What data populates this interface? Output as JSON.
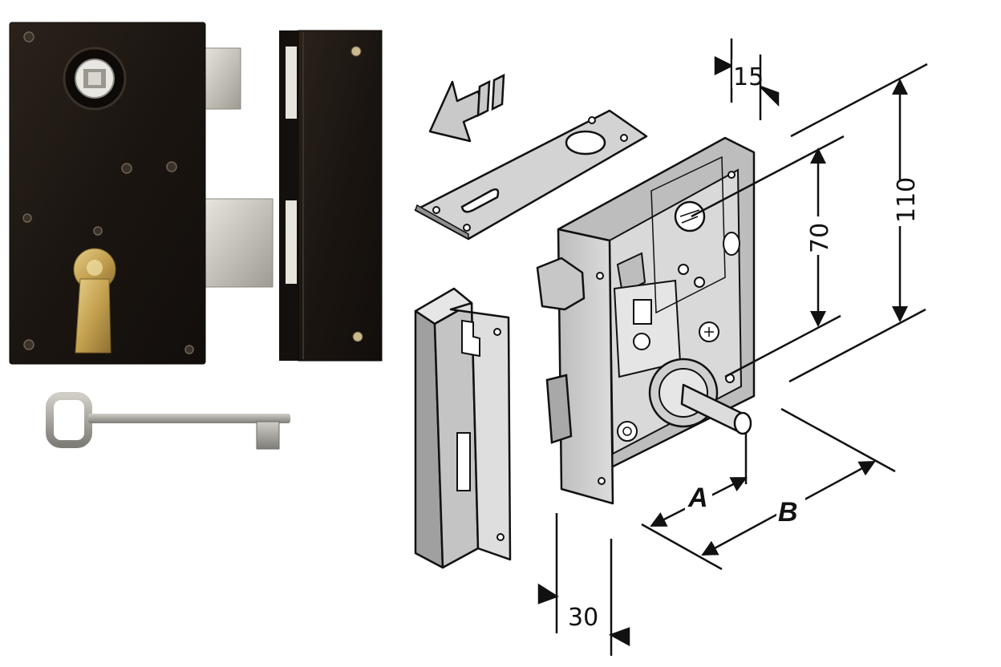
{
  "dimensions": {
    "width_top": "15",
    "height_inner": "70",
    "height_outer": "110",
    "depth": "30",
    "backset_a": "A",
    "backset_b": "B"
  },
  "colors": {
    "lock_case": "#1e1813",
    "bolt_metal": "#c9c6bd",
    "brass": "#c8a85a",
    "line_art": "#1a1a1a",
    "shade_light": "#d6d6d6",
    "shade_mid": "#a9a9a9",
    "shade_dark": "#8a8a8a"
  }
}
